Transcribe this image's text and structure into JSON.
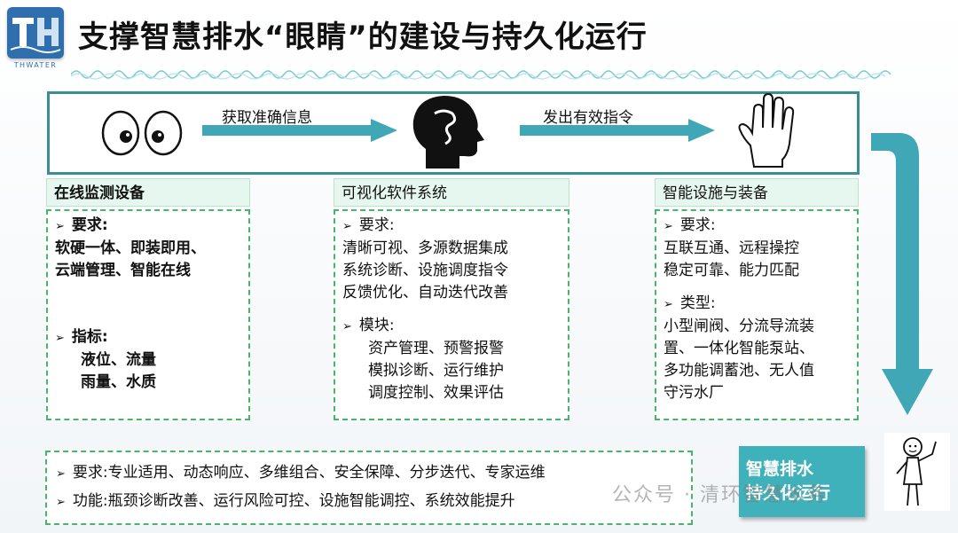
{
  "logo": {
    "caption": "THWATER"
  },
  "page": {
    "title": "支撑智慧排水“眼睛”的建设与持久化运行"
  },
  "flow": {
    "step1_label": "获取准确信息",
    "step2_label": "发出有效指令"
  },
  "sections": [
    {
      "heading": "在线监测设备",
      "requirement_label": "要求:",
      "requirement_lines": [
        "软硬一体、即装即用、",
        "云端管理、智能在线"
      ],
      "indicator_label": "指标:",
      "indicator_lines": [
        "液位、流量",
        "雨量、水质"
      ]
    },
    {
      "heading": "可视化软件系统",
      "requirement_label": "要求:",
      "requirement_lines": [
        "清晰可视、多源数据集成",
        "系统诊断、设施调度指令",
        "反馈优化、自动迭代改善"
      ],
      "module_label": "模块:",
      "module_lines": [
        "资产管理、预警报警",
        "模拟诊断、运行维护",
        "调度控制、效果评估"
      ]
    },
    {
      "heading": "智能设施与装备",
      "requirement_label": "要求:",
      "requirement_lines": [
        "互联互通、远程操控",
        "稳定可靠、能力匹配"
      ],
      "type_label": "类型:",
      "type_lines": [
        "小型闸阀、分流导流装",
        "置、一体化智能泵站、",
        "多功能调蓄池、无人值",
        "守污水厂"
      ]
    }
  ],
  "bottom": {
    "requirement": "要求:专业适用、动态响应、多维组合、安全保障、分步迭代、专家运维",
    "function": "功能:瓶颈诊断改善、运行风险可控、设施智能调控、系统效能提升"
  },
  "result": {
    "line1": "智慧排水",
    "line2": "持久化运行"
  },
  "watermark": {
    "text": "公众号 · 清环智慧水务"
  },
  "colors": {
    "accent_teal": "#3a8f96",
    "box_green": "#47b56a",
    "result_bg": "#3fb1ba",
    "logo_blue": "#2f6fae"
  }
}
